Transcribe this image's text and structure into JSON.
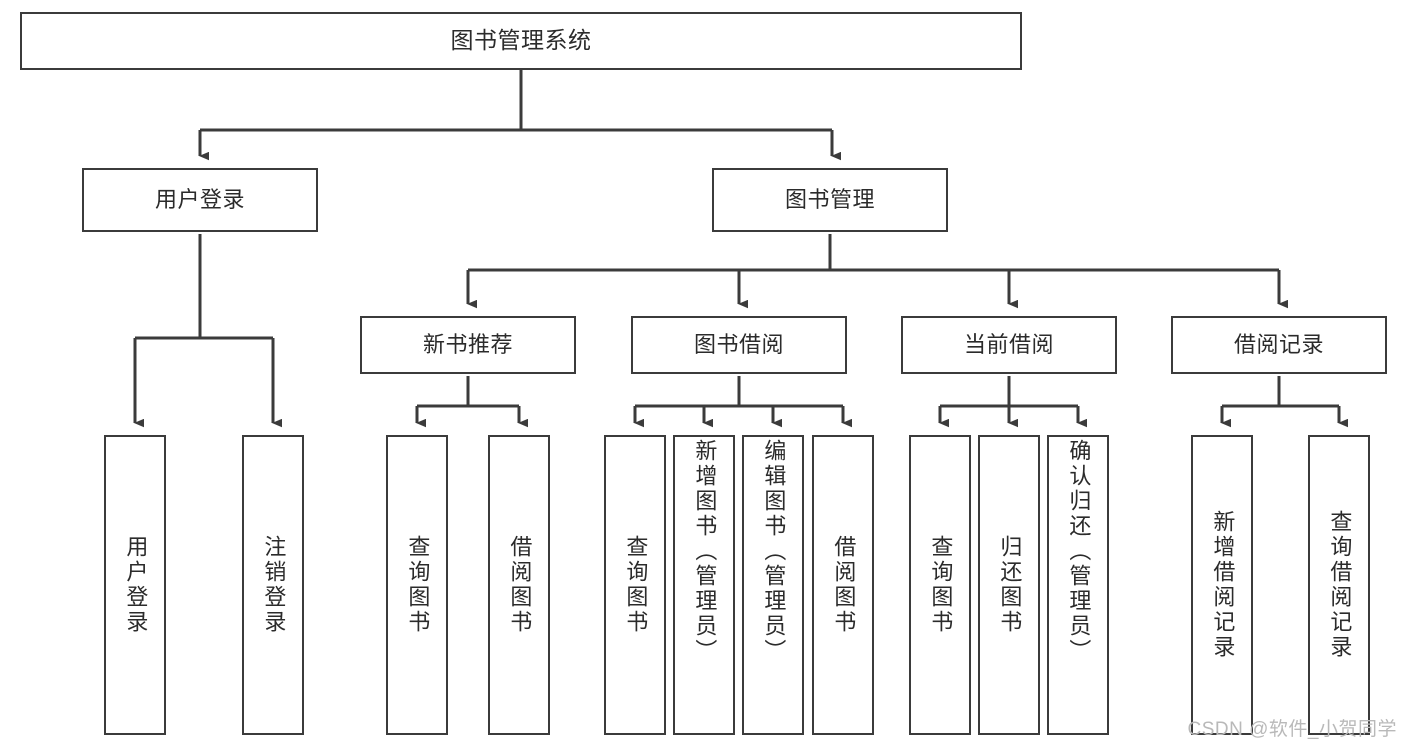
{
  "diagram": {
    "type": "tree",
    "title": "图书管理系统",
    "watermark": "CSDN @软件_小贺同学",
    "colors": {
      "stroke": "#3b3b3b",
      "box_fill": "#ffffff",
      "text": "#2b2b2b",
      "background": "#ffffff",
      "watermark": "#b9b9b9"
    },
    "nodes": {
      "root": {
        "label": "图书管理系统",
        "level": 0
      },
      "l1": [
        {
          "label": "用户登录",
          "level": 1
        },
        {
          "label": "图书管理",
          "level": 1
        }
      ],
      "l2": [
        {
          "label": "新书推荐",
          "level": 2
        },
        {
          "label": "图书借阅",
          "level": 2
        },
        {
          "label": "当前借阅",
          "level": 2
        },
        {
          "label": "借阅记录",
          "level": 2
        }
      ],
      "leaves": {
        "user_login": [
          {
            "label": "用户登录"
          },
          {
            "label": "注销登录"
          }
        ],
        "new_book": [
          {
            "label": "查询图书"
          },
          {
            "label": "借阅图书"
          }
        ],
        "borrow_book": [
          {
            "label": "查询图书"
          },
          {
            "label": "新增图书（管理员）"
          },
          {
            "label": "编辑图书（管理员）"
          },
          {
            "label": "借阅图书"
          }
        ],
        "current_borrow": [
          {
            "label": "查询图书"
          },
          {
            "label": "归还图书"
          },
          {
            "label": "确认归还（管理员）"
          }
        ],
        "borrow_record": [
          {
            "label": "新增借阅记录"
          },
          {
            "label": "查询借阅记录"
          }
        ]
      }
    }
  }
}
